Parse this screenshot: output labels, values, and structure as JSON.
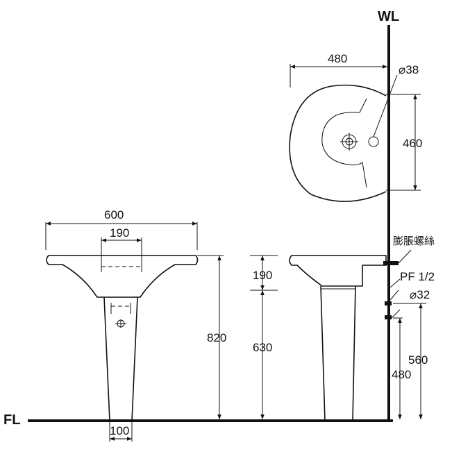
{
  "labels": {
    "wall": "WL",
    "floor": "FL",
    "anchor_note": "膨脹螺絲",
    "drain_pipe": "PF 1/2",
    "supply_diameter": "⌀32",
    "hole_diameter": "⌀38"
  },
  "dimensions": {
    "basin_width": "600",
    "tap_span": "190",
    "pedestal_width": "100",
    "overall_height": "820",
    "basin_depth": "190",
    "pedestal_height": "630",
    "top_view_width": "480",
    "top_view_depth": "460",
    "supply_height": "560",
    "drain_height": "480"
  }
}
